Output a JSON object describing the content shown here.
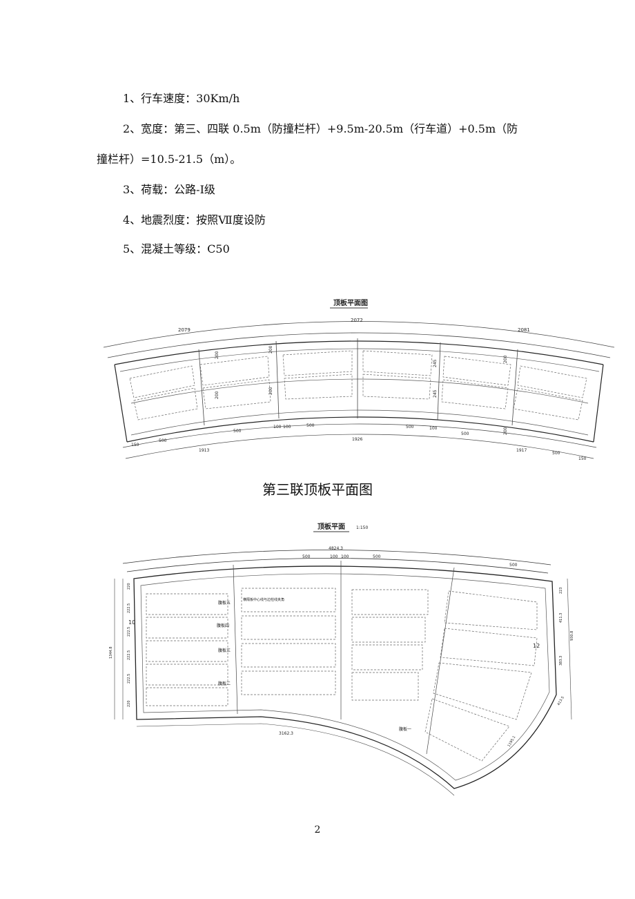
{
  "spec": {
    "items": [
      "1、行车速度：30Km/h",
      "2、宽度：第三、四联 0.5m（防撞栏杆）+9.5m-20.5m（行车道）+0.5m（防",
      "撞栏杆）=10.5-21.5（m）。",
      "3、荷载：公路-Ⅰ级",
      "4、地震烈度：按照Ⅶ度设防",
      "5、混凝土等级：C50"
    ]
  },
  "figure1": {
    "title": "顶板平面图",
    "top_dims": [
      "2079",
      "2072",
      "2081"
    ],
    "bottom_dims": [
      "1913",
      "1926",
      "1917"
    ],
    "small_dims": [
      "150",
      "500",
      "500",
      "100",
      "100",
      "500",
      "500",
      "100",
      "500",
      "500",
      "150"
    ],
    "side_labels": [
      "200",
      "200",
      "200",
      "200",
      "245",
      "245",
      "200",
      "200"
    ],
    "caption": "第三联顶板平面图"
  },
  "figure2": {
    "title": "顶板平面",
    "scale": "1:150",
    "top_dims": [
      "4824.3",
      "500",
      "100",
      "100",
      "500",
      "500"
    ],
    "bottom_dim": "3162.3",
    "left_dims": [
      "220",
      "222.5",
      "222.5",
      "222.5",
      "222.5",
      "220",
      "1344.8"
    ],
    "right_dims": [
      "223",
      "411.3",
      "930.8",
      "383.3",
      "413.5",
      "1195.1"
    ],
    "labels": [
      "腹板五",
      "腹板四",
      "腹板三",
      "腹板二",
      "腹板一",
      "横隔板中心线与边柱线夹角",
      "10",
      "12"
    ]
  },
  "page": {
    "number": "2"
  }
}
